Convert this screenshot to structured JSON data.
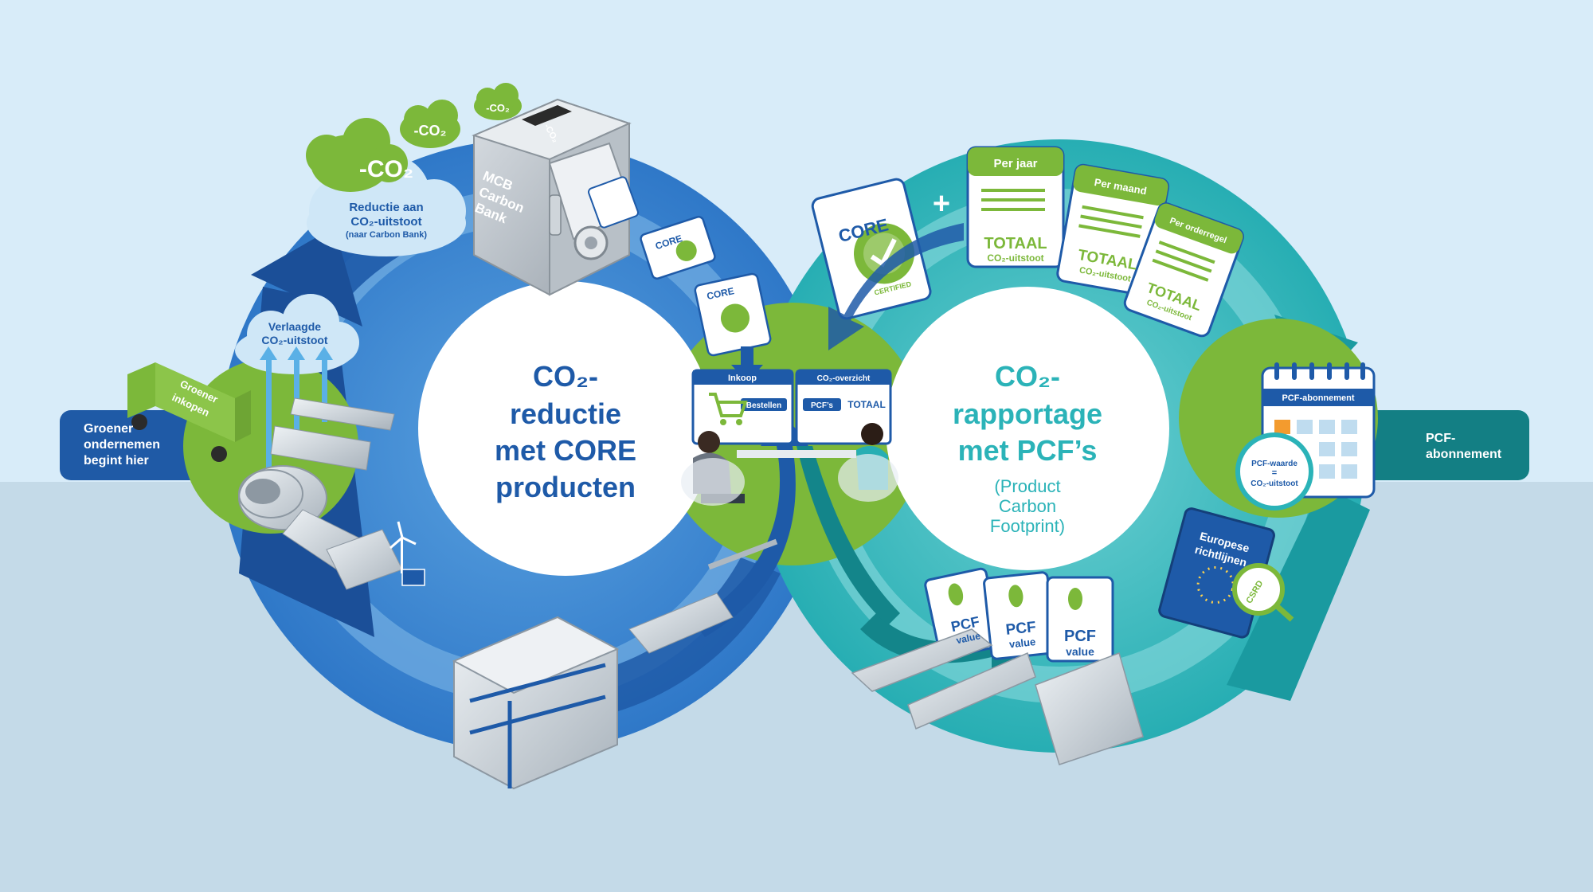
{
  "left_tab": {
    "line1": "Groener",
    "line2": "ondernemen",
    "line3": "begint hier"
  },
  "right_tab": {
    "line1": "PCF-",
    "line2": "abonnement"
  },
  "left_center": {
    "line1": "CO₂-",
    "line2": "reductie",
    "line3": "met CORE",
    "line4": "producten"
  },
  "right_center": {
    "line1": "CO₂-",
    "line2": "rapportage",
    "line3": "met PCF’s",
    "sub1": "(Product",
    "sub2": "Carbon",
    "sub3": "Footprint)"
  },
  "clouds": {
    "big": {
      "co2": "-CO₂",
      "line1": "Reductie aan",
      "line2": "CO₂-uitstoot",
      "line3": "(naar Carbon Bank)"
    },
    "small1": "-CO₂",
    "small2": "-CO₂",
    "lowered": {
      "line1": "Verlaagde",
      "line2": "CO₂-uitstoot"
    }
  },
  "truck": {
    "line1": "Groener",
    "line2": "inkopen"
  },
  "bank": {
    "line1": "MCB",
    "line2": "Carbon",
    "line3": "Bank",
    "slot_label": "-CO₂"
  },
  "core_badge": "CORE",
  "certified": "CERTIFIED",
  "monitors": {
    "left_title": "Inkoop",
    "left_button": "Bestellen",
    "right_title": "CO₂-overzicht",
    "right_tag": "PCF’s",
    "right_total": "TOTAAL"
  },
  "reports": [
    {
      "title": "Per jaar",
      "total": "TOTAAL",
      "sub": "CO₂-uitstoot"
    },
    {
      "title": "Per maand",
      "total": "TOTAAL",
      "sub": "CO₂-uitstoot"
    },
    {
      "title": "Per orderregel",
      "total": "TOTAAL",
      "sub": "CO₂-uitstoot"
    }
  ],
  "plus": "+",
  "pcf_card": {
    "line1": "PCF",
    "line2": "value"
  },
  "calendar": {
    "title": "PCF-abonnement",
    "val1": "PCF-waarde",
    "eq": "=",
    "val2": "CO₂-uitstoot"
  },
  "passport": {
    "line1": "Europese",
    "line2": "richtlijnen"
  },
  "csrd": "CSRD",
  "colors": {
    "blue_dark": "#1e5aa8",
    "blue": "#3b82d0",
    "teal": "#2bb3b8",
    "green": "#7cb83a",
    "bg_top": "#d7ecf8",
    "bg_bottom": "#c3dae8"
  }
}
